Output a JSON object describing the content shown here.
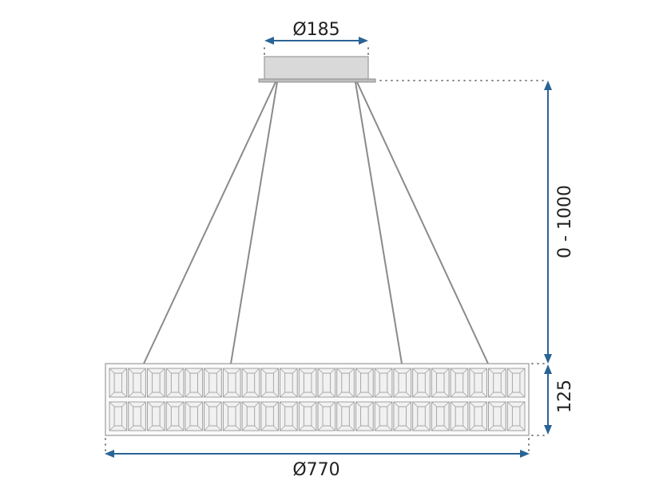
{
  "dimensions": {
    "canopy_diameter": "Ø185",
    "hanging_height": "0 - 1000",
    "ring_height": "125",
    "ring_diameter": "Ø770"
  },
  "colors": {
    "dimension": "#2a6496",
    "cable": "#8a8a8a",
    "canopy_fill": "#d9d9d9",
    "canopy_stroke": "#9a9a9a",
    "crystal_stroke": "#a0a0a0",
    "crystal_fill": "#f1f1f1",
    "text": "#222222"
  },
  "crystal_rows": 2,
  "crystals_per_row": 22
}
